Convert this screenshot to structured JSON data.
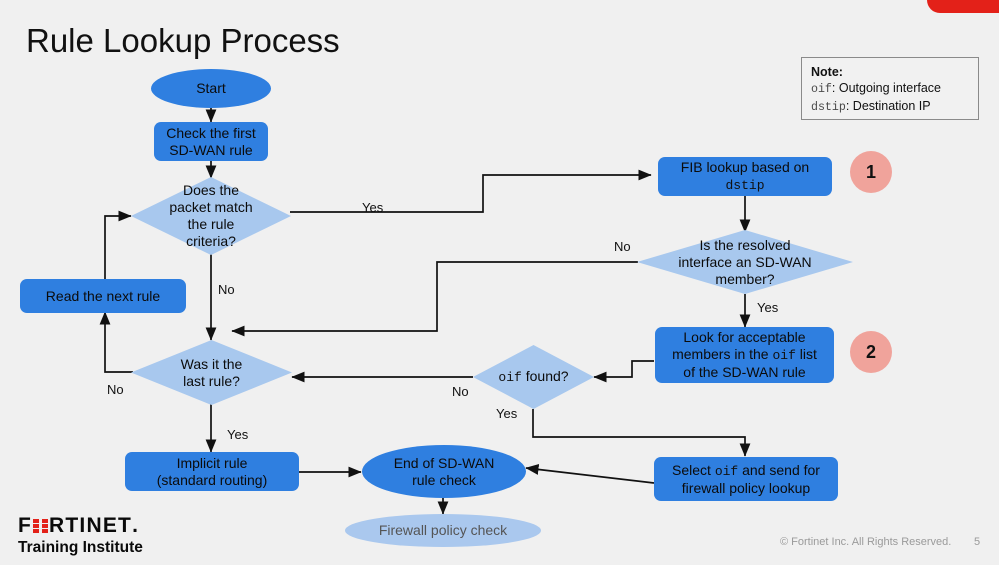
{
  "slide": {
    "title": "Rule Lookup Process",
    "page_number": "5",
    "copyright": "© Fortinet Inc. All Rights Reserved.",
    "background_color": "#f0f0f0",
    "accent_color": "#e32119"
  },
  "logo": {
    "brand_part1": "F",
    "brand_part2": "RTINET",
    "brand_suffix": ".",
    "subtitle": "Training Institute"
  },
  "note": {
    "title": "Note:",
    "line1_term": "oif",
    "line1_def": ": Outgoing interface",
    "line2_term": "dstip",
    "line2_def": ": Destination IP"
  },
  "nodes": {
    "start": {
      "label": "Start",
      "shape": "ellipse",
      "color": "#2f7fe0"
    },
    "check_first_rule": {
      "line1": "Check the first",
      "line2": "SD-WAN rule",
      "shape": "rect",
      "color": "#2f7fe0"
    },
    "packet_match": {
      "line1": "Does the",
      "line2": "packet match",
      "line3": "the rule",
      "line4": "criteria?",
      "shape": "diamond",
      "color": "#a8c8ee"
    },
    "read_next_rule": {
      "label": "Read the next rule",
      "shape": "rect",
      "color": "#2f7fe0"
    },
    "last_rule": {
      "line1": "Was it the",
      "line2": "last rule?",
      "shape": "diamond",
      "color": "#a8c8ee"
    },
    "implicit_rule": {
      "line1": "Implicit rule",
      "line2": "(standard routing)",
      "shape": "rect",
      "color": "#2f7fe0"
    },
    "fib_lookup": {
      "line1": "FIB lookup based on",
      "line2_mono": "dstip",
      "shape": "rect",
      "color": "#2f7fe0"
    },
    "resolved_member": {
      "line1": "Is the resolved",
      "line2": "interface an SD-WAN",
      "line3": "member?",
      "shape": "diamond",
      "color": "#a8c8ee"
    },
    "look_members": {
      "line1_a": "Look for acceptable",
      "line2_a": "members in the ",
      "line2_mono": "oif",
      "line2_b": " list",
      "line3_a": "of the SD-WAN rule",
      "shape": "rect",
      "color": "#2f7fe0"
    },
    "oif_found": {
      "label_mono": "oif",
      "label_rest": " found?",
      "shape": "diamond",
      "color": "#a8c8ee"
    },
    "select_oif": {
      "line1_a": "Select ",
      "line1_mono": "oif",
      "line1_b": "  and send for",
      "line2": "firewall policy lookup",
      "shape": "rect",
      "color": "#2f7fe0"
    },
    "end_check": {
      "line1": "End of SD-WAN",
      "line2": "rule check",
      "shape": "ellipse",
      "color": "#2f7fe0"
    },
    "firewall_policy_check": {
      "label": "Firewall policy check",
      "shape": "ellipse",
      "color": "#aac8ee"
    }
  },
  "badges": [
    {
      "label": "1",
      "color": "#f0a39b"
    },
    {
      "label": "2",
      "color": "#f0a39b"
    }
  ],
  "edge_labels": {
    "match_yes": "Yes",
    "match_no": "No",
    "last_rule_no": "No",
    "last_rule_yes": "Yes",
    "member_no": "No",
    "member_yes": "Yes",
    "oif_no": "No",
    "oif_yes": "Yes"
  },
  "chart_data": {
    "type": "flowchart",
    "title": "Rule Lookup Process",
    "nodes": [
      {
        "id": "start",
        "text": "Start",
        "shape": "ellipse"
      },
      {
        "id": "check_first_rule",
        "text": "Check the first SD-WAN rule",
        "shape": "rect"
      },
      {
        "id": "packet_match",
        "text": "Does the packet match the rule criteria?",
        "shape": "diamond"
      },
      {
        "id": "read_next_rule",
        "text": "Read the next rule",
        "shape": "rect"
      },
      {
        "id": "last_rule",
        "text": "Was it the last rule?",
        "shape": "diamond"
      },
      {
        "id": "implicit_rule",
        "text": "Implicit rule (standard routing)",
        "shape": "rect"
      },
      {
        "id": "fib_lookup",
        "text": "FIB lookup based on dstip",
        "shape": "rect",
        "badge": "1"
      },
      {
        "id": "resolved_member",
        "text": "Is the resolved interface an SD-WAN member?",
        "shape": "diamond"
      },
      {
        "id": "look_members",
        "text": "Look for acceptable members in the oif list of the SD-WAN rule",
        "shape": "rect",
        "badge": "2"
      },
      {
        "id": "oif_found",
        "text": "oif found?",
        "shape": "diamond"
      },
      {
        "id": "select_oif",
        "text": "Select oif and send for firewall policy lookup",
        "shape": "rect"
      },
      {
        "id": "end_check",
        "text": "End of SD-WAN rule check",
        "shape": "ellipse"
      },
      {
        "id": "firewall_policy_check",
        "text": "Firewall policy check",
        "shape": "ellipse"
      }
    ],
    "edges": [
      {
        "from": "start",
        "to": "check_first_rule",
        "label": ""
      },
      {
        "from": "check_first_rule",
        "to": "packet_match",
        "label": ""
      },
      {
        "from": "packet_match",
        "to": "fib_lookup",
        "label": "Yes"
      },
      {
        "from": "packet_match",
        "to": "last_rule",
        "label": "No"
      },
      {
        "from": "last_rule",
        "to": "read_next_rule",
        "label": "No"
      },
      {
        "from": "read_next_rule",
        "to": "packet_match",
        "label": ""
      },
      {
        "from": "last_rule",
        "to": "implicit_rule",
        "label": "Yes"
      },
      {
        "from": "implicit_rule",
        "to": "end_check",
        "label": ""
      },
      {
        "from": "fib_lookup",
        "to": "resolved_member",
        "label": ""
      },
      {
        "from": "resolved_member",
        "to": "last_rule",
        "label": "No"
      },
      {
        "from": "resolved_member",
        "to": "look_members",
        "label": "Yes"
      },
      {
        "from": "look_members",
        "to": "oif_found",
        "label": ""
      },
      {
        "from": "oif_found",
        "to": "last_rule",
        "label": "No"
      },
      {
        "from": "oif_found",
        "to": "select_oif",
        "label": "Yes"
      },
      {
        "from": "select_oif",
        "to": "end_check",
        "label": ""
      },
      {
        "from": "end_check",
        "to": "firewall_policy_check",
        "label": ""
      }
    ]
  }
}
